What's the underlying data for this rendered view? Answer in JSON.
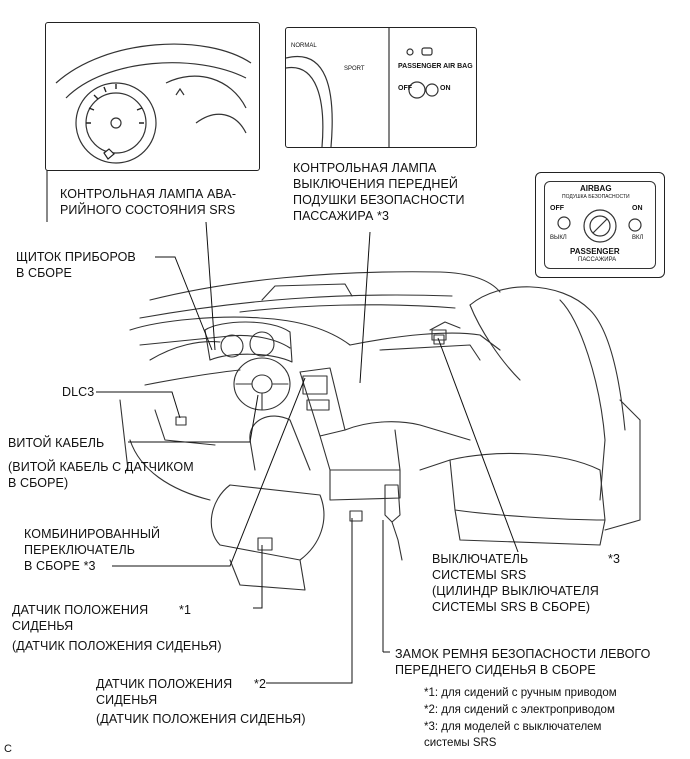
{
  "labels": {
    "srs_warning": [
      "КОНТРОЛЬНАЯ ЛАМПА АВА-",
      "РИЙНОГО СОСТОЯНИЯ SRS"
    ],
    "airbag_off_lamp": [
      "КОНТРОЛЬНАЯ ЛАМПА",
      "ВЫКЛЮЧЕНИЯ ПЕРЕДНЕЙ",
      "ПОДУШКИ БЕЗОПАСНОСТИ",
      "ПАССАЖИРА *3"
    ],
    "instrument_panel": [
      "ЩИТОК ПРИБОРОВ",
      "В СБОРЕ"
    ],
    "dlc3": "DLC3",
    "spiral_cable": "ВИТОЙ КАБЕЛЬ",
    "spiral_cable_sub": [
      "(ВИТОЙ КАБЕЛЬ С ДАТЧИКОМ",
      "В СБОРЕ)"
    ],
    "combo_switch": [
      "КОМБИНИРОВАННЫЙ",
      "ПЕРЕКЛЮЧАТЕЛЬ",
      "В СБОРЕ  *3"
    ],
    "srs_switch": [
      "ВЫКЛЮЧАТЕЛЬ",
      "СИСТЕМЫ SRS",
      "(ЦИЛИНДР ВЫКЛЮЧАТЕЛЯ",
      "СИСТЕМЫ SRS В СБОРЕ)"
    ],
    "srs_switch_mark": "*3",
    "seat_pos_1": [
      "ДАТЧИК ПОЛОЖЕНИЯ",
      "СИДЕНЬЯ"
    ],
    "seat_pos_1_mark": "*1",
    "seat_pos_1_sub": "(ДАТЧИК ПОЛОЖЕНИЯ СИДЕНЬЯ)",
    "seat_pos_2": [
      "ДАТЧИК ПОЛОЖЕНИЯ",
      "СИДЕНЬЯ"
    ],
    "seat_pos_2_mark": "*2",
    "seat_pos_2_sub": "(ДАТЧИК ПОЛОЖЕНИЯ СИДЕНЬЯ)",
    "buckle": [
      "ЗАМОК РЕМНЯ БЕЗОПАСНОСТИ ЛЕВОГО",
      "ПЕРЕДНЕГО СИДЕНЬЯ В СБОРЕ"
    ]
  },
  "notes": [
    "*1: для сидений с ручным приводом",
    "*2: для сидений с электроприводом",
    "*3: для моделей с выключателем",
    "системы SRS"
  ],
  "figure_mark": "C",
  "insets": {
    "gauge_labels": [
      "NORMAL",
      "SPORT"
    ],
    "panel_text": "PASSENGER AIR BAG",
    "panel_off": "OFF",
    "panel_on": "ON",
    "switch_title": "AIRBAG",
    "switch_subtitle": "ПОДУШКА БЕЗОПАСНОСТИ",
    "switch_off": "OFF",
    "switch_on": "ON",
    "switch_off_ru": "ВЫКЛ",
    "switch_on_ru": "ВКЛ",
    "switch_bottom": "PASSENGER",
    "switch_bottom_ru": "ПАССАЖИРА"
  }
}
